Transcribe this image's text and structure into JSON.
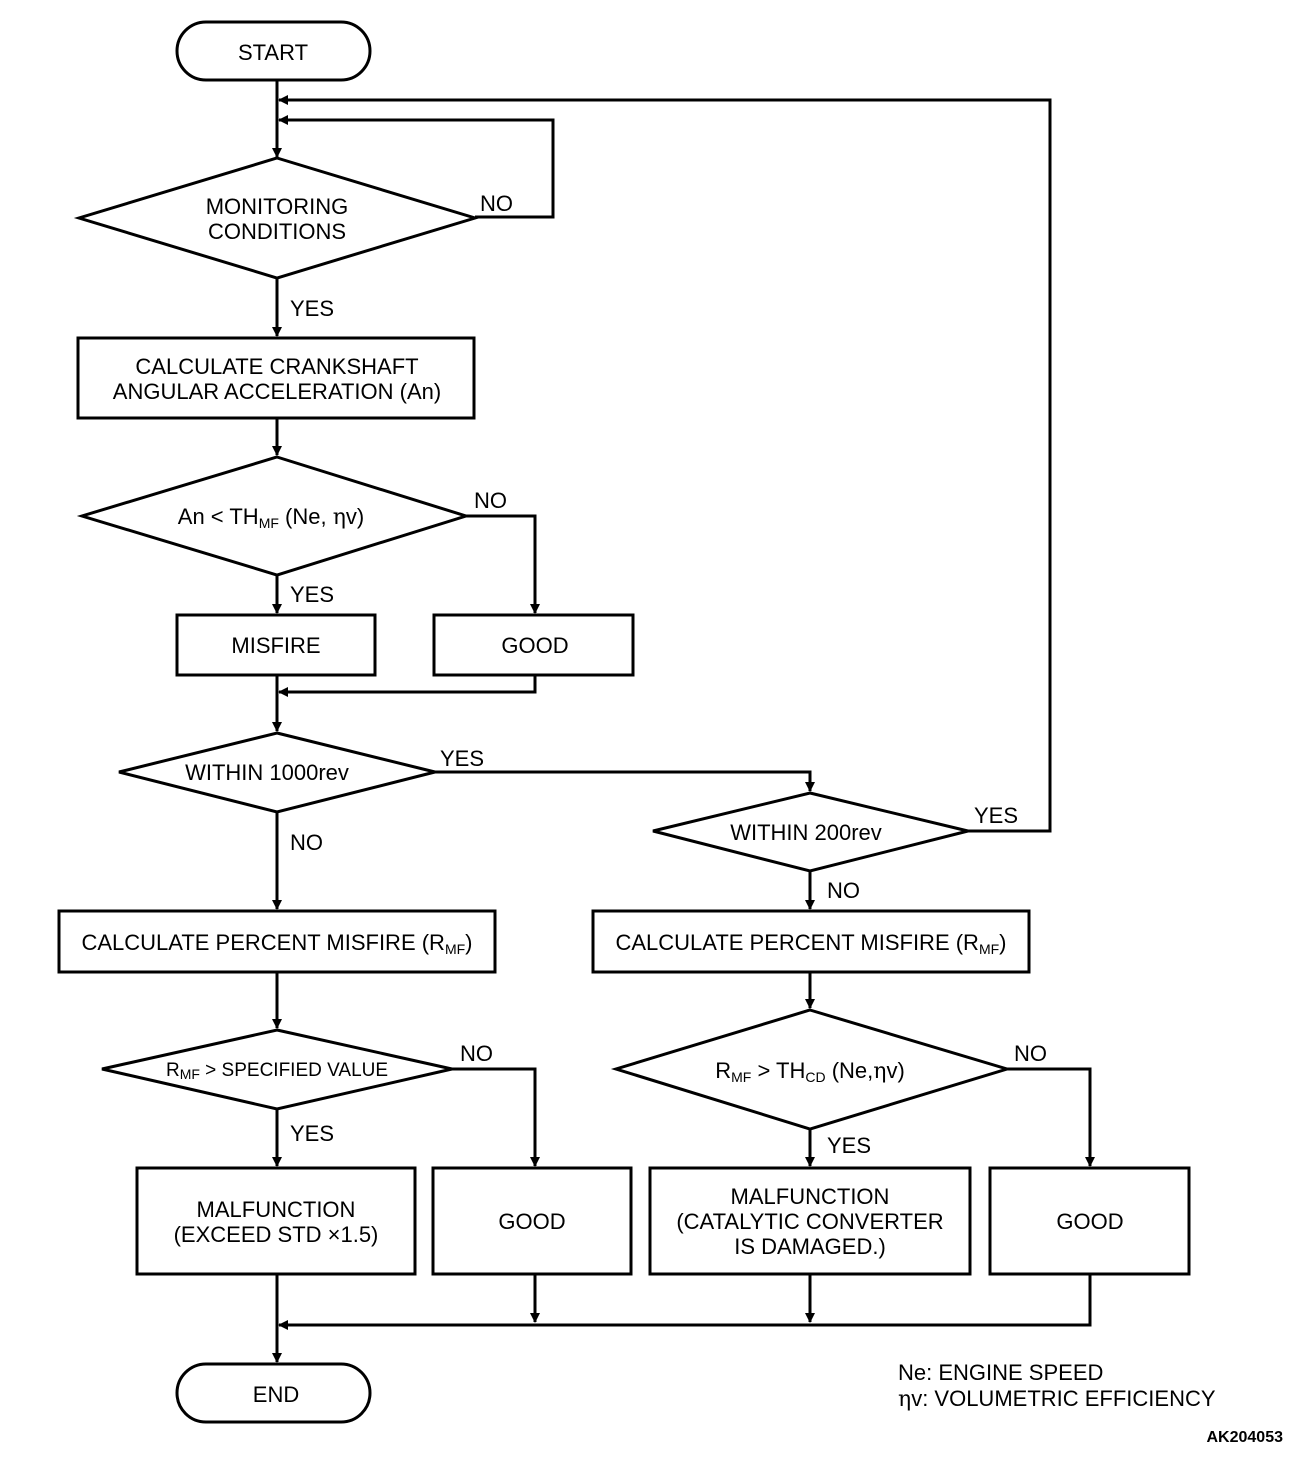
{
  "nodes": {
    "start": "START",
    "monitoring_1": "MONITORING",
    "monitoring_2": "CONDITIONS",
    "calc_an_1": "CALCULATE CRANKSHAFT",
    "calc_an_2": "ANGULAR ACCELERATION (An)",
    "an_lt_a": "An < TH",
    "an_lt_sub": "MF",
    "an_lt_b": " (Ne, ",
    "eta": "η",
    "an_lt_v": "v)",
    "misfire": "MISFIRE",
    "good_1": "GOOD",
    "within_1000": "WITHIN 1000rev",
    "within_200": "WITHIN 200rev",
    "calc_rmf_a": "CALCULATE PERCENT MISFIRE (R",
    "calc_rmf_sub": "MF",
    "calc_rmf_b": ")",
    "rmf_r": "R",
    "rmf_sub": "MF",
    "rmf_spec": " > SPECIFIED VALUE",
    "rmf_th_mid": " > TH",
    "rmf_th_sub": "CD",
    "rmf_th_b": " (Ne,",
    "rmf_th_v": "v)",
    "malf_std_1": "MALFUNCTION",
    "malf_std_2": "(EXCEED STD  ×1.5)",
    "good_2": "GOOD",
    "malf_cat_1": "MALFUNCTION",
    "malf_cat_2": "(CATALYTIC CONVERTER",
    "malf_cat_3": "IS DAMAGED.)",
    "good_3": "GOOD",
    "end": "END"
  },
  "branch_labels": {
    "yes": "YES",
    "no": "NO"
  },
  "legend": {
    "ne": "Ne: ENGINE SPEED",
    "eta_symbol": "η",
    "eta_text": "v: VOLUMETRIC EFFICIENCY"
  },
  "figure_code": "AK204053"
}
